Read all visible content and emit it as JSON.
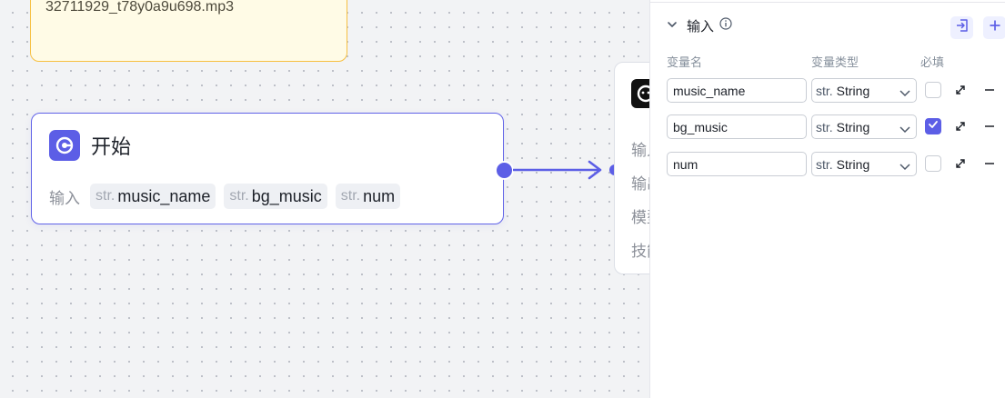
{
  "canvas": {
    "note": {
      "text": "32711929_t78y0a9u698.mp3"
    },
    "start_node": {
      "title": "开始",
      "inputs_label": "输入",
      "inputs": [
        {
          "type": "str.",
          "name": "music_name"
        },
        {
          "type": "str.",
          "name": "bg_music"
        },
        {
          "type": "str.",
          "name": "num"
        }
      ]
    },
    "llm_node": {
      "rows": [
        "输入",
        "输出",
        "模型",
        "技能"
      ]
    }
  },
  "panel": {
    "section_title": "输入",
    "columns": {
      "name": "变量名",
      "type": "变量类型",
      "required": "必填"
    },
    "variables": [
      {
        "name": "music_name",
        "type_prefix": "str.",
        "type": "String",
        "required": false
      },
      {
        "name": "bg_music",
        "type_prefix": "str.",
        "type": "String",
        "required": true
      },
      {
        "name": "num",
        "type_prefix": "str.",
        "type": "String",
        "required": false
      }
    ]
  },
  "colors": {
    "accent": "#5c5ee6",
    "note_bg": "#fffbe6",
    "note_border": "#f7c042"
  },
  "icons": [
    "start-node-icon",
    "chevron-down-icon",
    "info-icon",
    "import-icon",
    "plus-icon",
    "expand-icon",
    "minus-icon",
    "check-icon",
    "llm-node-icon"
  ]
}
